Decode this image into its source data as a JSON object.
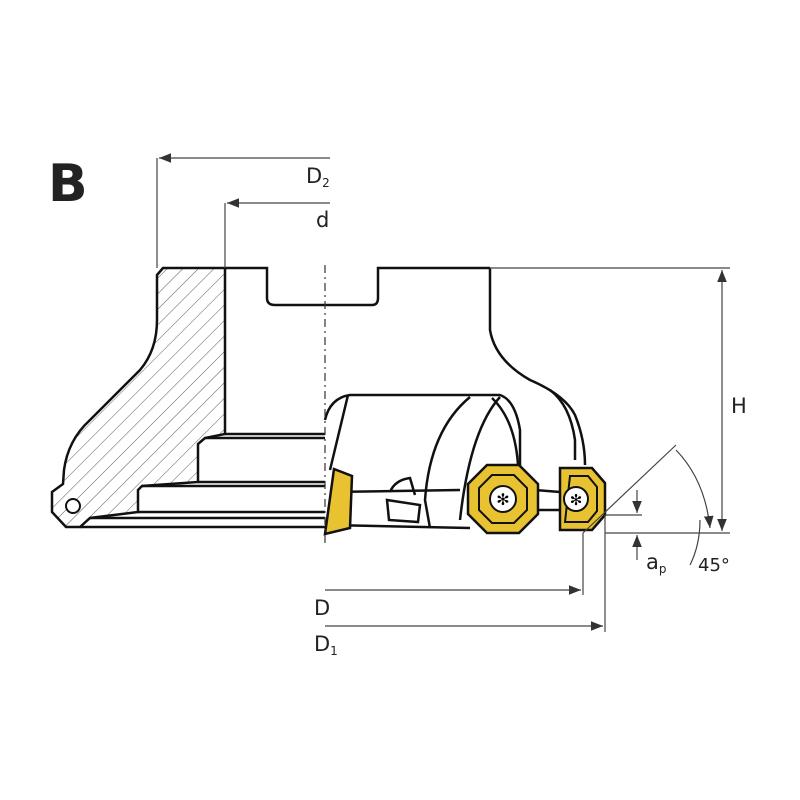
{
  "figure_letter": "B",
  "labels": {
    "D2": {
      "main": "D",
      "sub": "2"
    },
    "d": {
      "main": "d"
    },
    "H": {
      "main": "H"
    },
    "D": {
      "main": "D"
    },
    "D1": {
      "main": "D",
      "sub": "1"
    },
    "ap": {
      "main": "a",
      "sub": "p"
    },
    "angle": "45°"
  },
  "colors": {
    "insert": "#E8C230",
    "line": "#1a1a1a",
    "dim": "#444444"
  }
}
